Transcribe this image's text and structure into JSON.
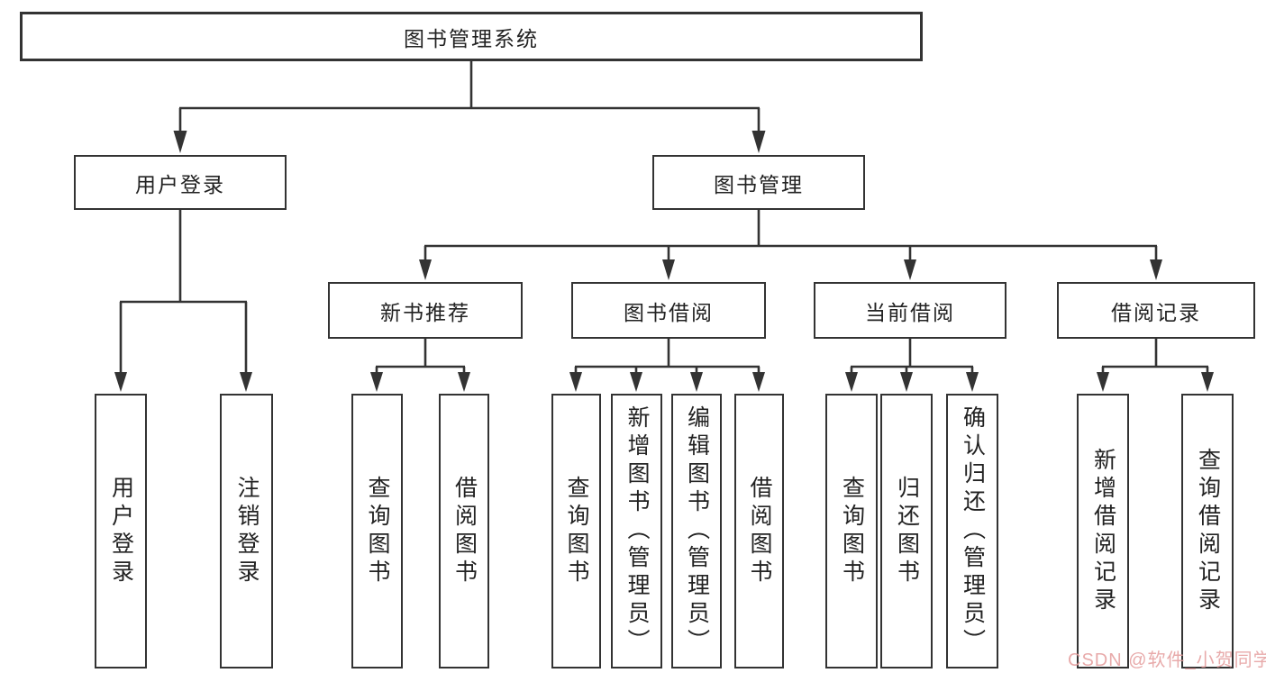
{
  "diagram": {
    "type": "hierarchy-diagram",
    "colors": {
      "line": "#333333",
      "box_border": "#333333",
      "box_fill": "#ffffff",
      "text": "#222222",
      "watermark": "#e49c9c"
    }
  },
  "tree": {
    "label": "图书管理系统",
    "children": [
      {
        "label": "用户登录",
        "children": [
          {
            "label": "用户登录"
          },
          {
            "label": "注销登录"
          }
        ]
      },
      {
        "label": "图书管理",
        "children": [
          {
            "label": "新书推荐",
            "children": [
              {
                "label": "查询图书"
              },
              {
                "label": "借阅图书"
              }
            ]
          },
          {
            "label": "图书借阅",
            "children": [
              {
                "label": "查询图书"
              },
              {
                "label": "新增图书（管理员）"
              },
              {
                "label": "编辑图书（管理员）"
              },
              {
                "label": "借阅图书"
              }
            ]
          },
          {
            "label": "当前借阅",
            "children": [
              {
                "label": "查询图书"
              },
              {
                "label": "归还图书"
              },
              {
                "label": "确认归还（管理员）"
              }
            ]
          },
          {
            "label": "借阅记录",
            "children": [
              {
                "label": "新增借阅记录"
              },
              {
                "label": "查询借阅记录"
              }
            ]
          }
        ]
      }
    ]
  },
  "watermark": {
    "text": "CSDN @软件_小贺同学"
  }
}
